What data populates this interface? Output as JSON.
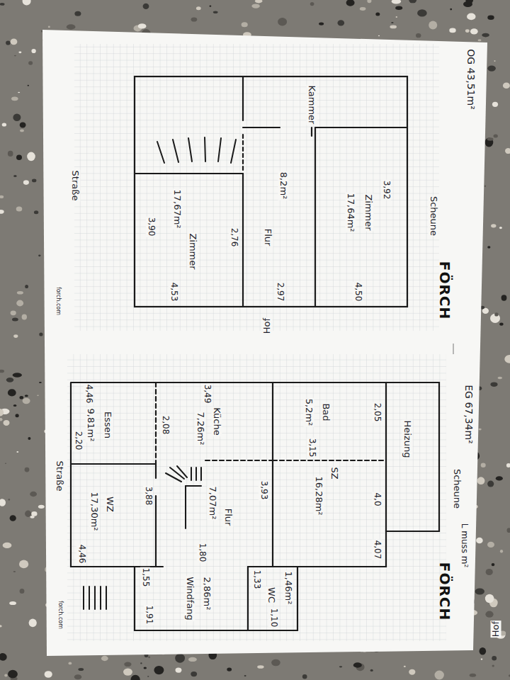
{
  "diagram": {
    "nodes": [
      {
        "text": [
          "OG 43,51m²"
        ]
      },
      {
        "text": [
          "Kammer"
        ],
        "in": 0
      },
      {
        "text": [
          "Zimmer",
          "17,64m²"
        ],
        "in": 0
      },
      {
        "text": [
          "8,2m²",
          "Flur"
        ],
        "in": 0
      },
      {
        "text": [
          "Zimmer",
          "17,67m²"
        ],
        "in": 0
      },
      {
        "text": [
          "EG 67,34m²"
        ]
      },
      {
        "text": [
          "Heizung"
        ],
        "in": 5
      },
      {
        "text": [
          "Bad",
          "5,2m²"
        ],
        "in": 5
      },
      {
        "text": [
          "SZ",
          "16,28m²"
        ],
        "in": 5
      },
      {
        "text": [
          "Küche",
          "7,26m²"
        ],
        "in": 5
      },
      {
        "text": [
          "Flur",
          "7,07m²"
        ],
        "in": 5
      },
      {
        "text": [
          "Essen",
          "9,81m²"
        ],
        "in": 5
      },
      {
        "text": [
          "WZ",
          "17,30m²"
        ],
        "in": 5
      },
      {
        "text": [
          "2,86m²",
          "Windfang"
        ],
        "in": 5
      },
      {
        "text": [
          "1,46m²",
          "WC"
        ],
        "in": 5
      }
    ],
    "labels": [
      "Scheune",
      "Straße",
      "Hof",
      "3,92",
      "2,76",
      "3,90",
      "4,53",
      "2,97",
      "4,50",
      "FÖRCH",
      "forch.com",
      "Scheune",
      "L muss m²",
      "2,05",
      "4,0",
      "3,15",
      "4,07",
      "3,93",
      "3,49",
      "2,08",
      "3,88",
      "1,80",
      "4,46",
      "2,20",
      "4,46",
      "1,33",
      "1,10",
      "1,91",
      "1,55",
      "Straße",
      "Hof",
      "FÖRCH",
      "forch.com"
    ]
  }
}
